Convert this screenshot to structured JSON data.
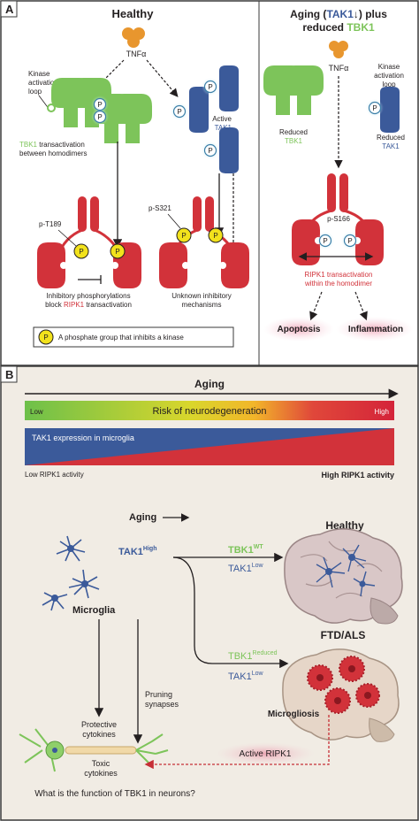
{
  "panelA": {
    "label": "A",
    "healthy": {
      "title": "Healthy",
      "tnf": "TNFα",
      "kinase_loop": [
        "Kinase",
        "activation",
        "loop"
      ],
      "tbk1_trans": [
        "TBK1 transactivation",
        "between homodimers"
      ],
      "tbk1_trans_colored": "TBK1",
      "tbk1_trans_rest1": " transactivation",
      "active_tak1": [
        "Active",
        "TAK1"
      ],
      "pT189": "p-T189",
      "pS321": "p-S321",
      "inhib_left": [
        "Inhibitory phosphorylations",
        "block RIPK1 transactivation"
      ],
      "inhib_left_l2a": "block ",
      "inhib_left_l2b": "RIPK1",
      "inhib_left_l2c": " transactivation",
      "inhib_right": [
        "Unknown inhibitory",
        "mechanisms"
      ],
      "legend_p": "P",
      "legend_text": "A phosphate group that inhibits a kinase"
    },
    "aging": {
      "title1a": "Aging (",
      "title1b": "TAK1",
      "title1c": ") plus",
      "title2a": "reduced ",
      "title2b": "TBK1",
      "arrow_glyph": "↓",
      "tnf": "TNFα",
      "kinase_loop": [
        "Kinase",
        "activation",
        "loop"
      ],
      "reduced_tbk1": [
        "Reduced",
        "TBK1"
      ],
      "reduced_tak1": [
        "Reduced",
        "TAK1"
      ],
      "pS166": "p-S166",
      "ripk1_trans": [
        "RIPK1 transactivation",
        "within the homodimer"
      ],
      "apoptosis": "Apoptosis",
      "inflammation": "Inflammation"
    }
  },
  "panelB": {
    "label": "B",
    "aging": "Aging",
    "risk": "Risk of neurodegeneration",
    "low": "Low",
    "high": "High",
    "tak1_expr": "TAK1 expression in microglia",
    "low_ripk1": "Low RIPK1 activity",
    "high_ripk1": "High RIPK1 activity",
    "aging_arrow": "Aging",
    "tak1_high": "TAK1",
    "tak1_high_sup": "High",
    "microglia": "Microglia",
    "healthy": "Healthy",
    "tbk1_wt": "TBK1",
    "tbk1_wt_sup": "WT",
    "tak1_low": "TAK1",
    "tak1_low_sup": "Low",
    "ftd_als": "FTD/ALS",
    "tbk1_reduced": "TBK1",
    "tbk1_reduced_sup": "Reduced",
    "tak1_low2": "TAK1",
    "tak1_low2_sup": "Low",
    "pruning": [
      "Pruning",
      "synapses"
    ],
    "protective": [
      "Protective",
      "cytokines"
    ],
    "toxic": [
      "Toxic",
      "cytokines"
    ],
    "microgliosis": "Microgliosis",
    "active_ripk1": "Active RIPK1",
    "question": "What is the function of TBK1 in neurons?"
  },
  "colors": {
    "tbk1_green": "#7dc45a",
    "tak1_blue": "#3b5a9a",
    "ripk1_red": "#d2323a",
    "phospho_yellow": "#f2e21c",
    "tnf_orange": "#e8962e",
    "panel_bg": "#f1ece4",
    "border": "#3a3a3a"
  }
}
